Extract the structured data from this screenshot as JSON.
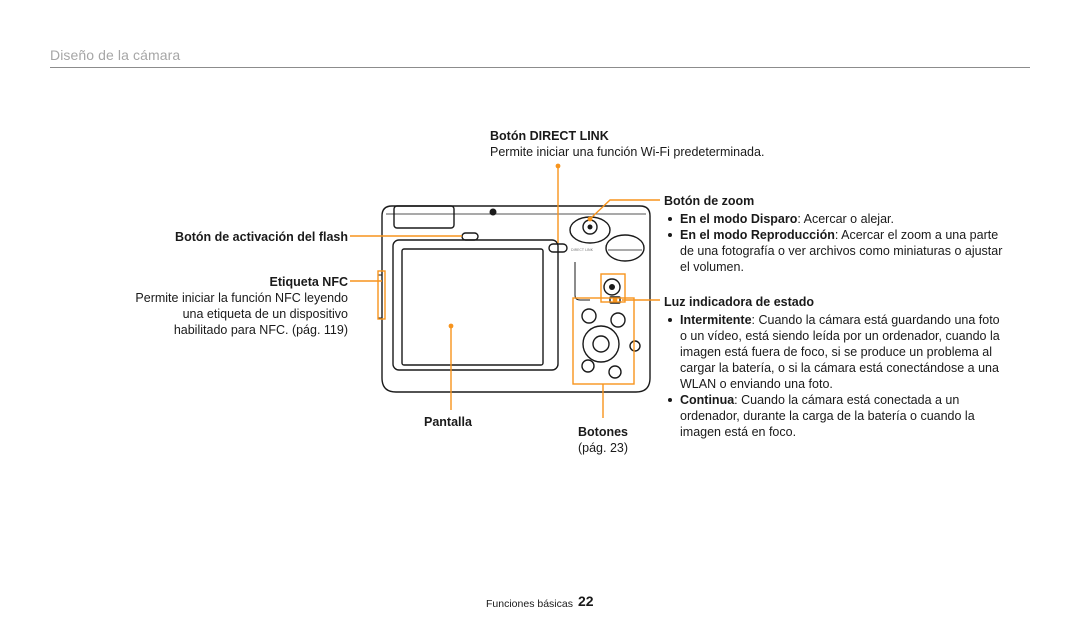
{
  "header": {
    "section_title": "Diseño de la cámara"
  },
  "callouts": {
    "direct_link": {
      "title": "Botón DIRECT LINK",
      "description": "Permite iniciar una función Wi-Fi predeterminada."
    },
    "flash": {
      "title": "Botón de activación del flash"
    },
    "nfc": {
      "title": "Etiqueta NFC",
      "description_lines": [
        "Permite iniciar la función NFC leyendo",
        "una etiqueta de un dispositivo",
        "habilitado para NFC. (pág. 119)"
      ]
    },
    "screen": {
      "title": "Pantalla"
    },
    "buttons": {
      "title": "Botones",
      "page_ref": "(pág. 23)"
    },
    "zoom": {
      "title": "Botón de zoom",
      "items": [
        {
          "term": "En el modo Disparo",
          "text": ": Acercar o alejar."
        },
        {
          "term": "En el modo Reproducción",
          "text": ": Acercar el zoom a una parte de una fotografía o ver archivos como miniaturas o ajustar el volumen."
        }
      ]
    },
    "status_light": {
      "title": "Luz indicadora de estado",
      "items": [
        {
          "term": "Intermitente",
          "text": ": Cuando la cámara está guardando una foto o un vídeo, está siendo leída por un ordenador, cuando la imagen está fuera de foco, si se produce un problema al cargar la batería, o si la cámara está conectándose a una WLAN o enviando una foto."
        },
        {
          "term": "Continua",
          "text": ": Cuando la cámara está conectada a un ordenador, durante la carga de la batería o cuando la imagen está en foco."
        }
      ]
    }
  },
  "footer": {
    "label": "Funciones básicas",
    "page_number": "22"
  },
  "colors": {
    "callout_line": "#f7941d",
    "text": "#1a1a1a",
    "header_title": "#a6a6a6",
    "rule": "#8c8c8c"
  },
  "icons": [
    "camera-back-illustration"
  ]
}
